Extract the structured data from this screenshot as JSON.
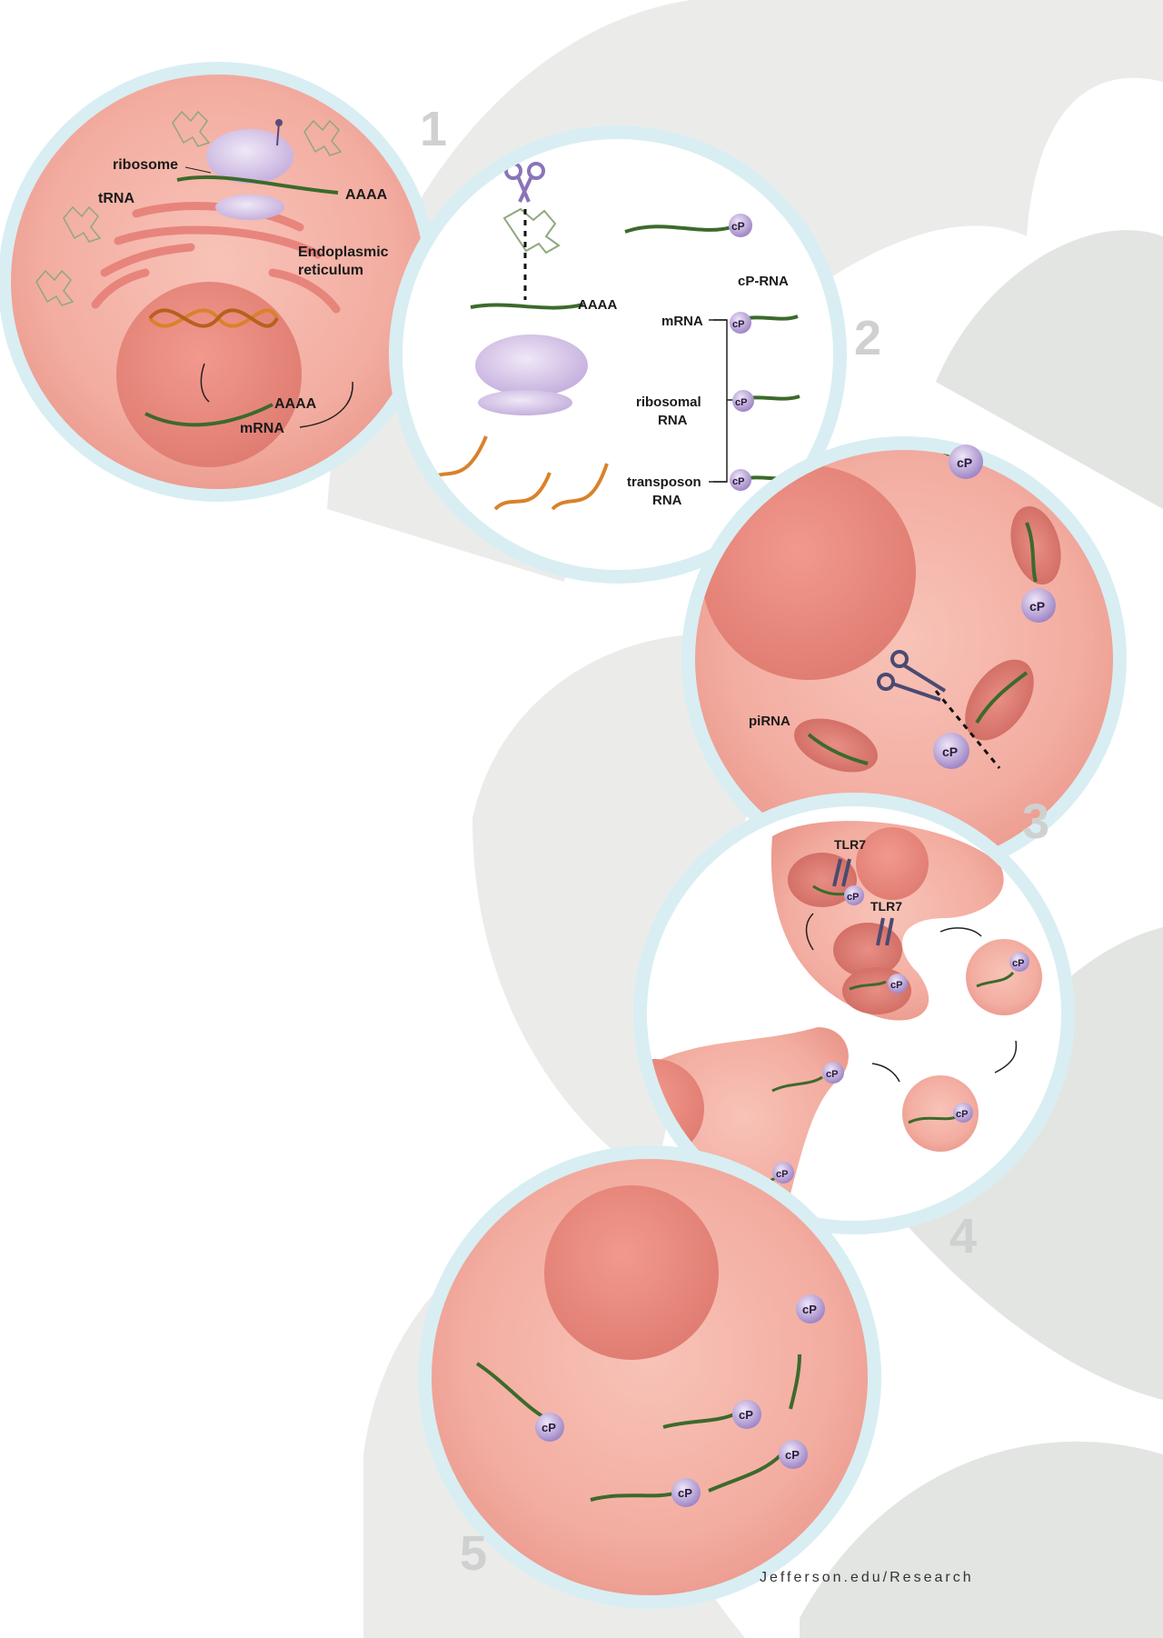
{
  "panels": {
    "p1": {
      "number": "1",
      "labels": {
        "ribosome": "ribosome",
        "trna": "tRNA",
        "aaaa_top": "AAAA",
        "er": [
          "Endoplasmic",
          "reticulum"
        ],
        "aaaa_bottom": "AAAA",
        "mrna": "mRNA"
      }
    },
    "p2": {
      "number": "2",
      "labels": {
        "aaaa": "AAAA",
        "cp_rna": "cP-RNA",
        "mrna": "mRNA",
        "ribosomal": [
          "ribosomal",
          "RNA"
        ],
        "transposon": [
          "transposon",
          "RNA"
        ],
        "cp": "cP"
      }
    },
    "p3": {
      "number": "3",
      "labels": {
        "pirna": "piRNA",
        "cp": "cP"
      }
    },
    "p4": {
      "number": "4",
      "labels": {
        "tlr7_a": "TLR7",
        "tlr7_b": "TLR7",
        "cp": "cP"
      }
    },
    "p5": {
      "number": "5",
      "labels": {
        "cp": "cP"
      }
    }
  },
  "footer": "Jefferson.edu/Research",
  "colors": {
    "cell_pink": "#f4b1a6",
    "nucleus": "#e98a80",
    "ring": "#d8eef3",
    "backdrop": "#e6e8e6",
    "rna_green": "#3c6a2b",
    "dna_orange": "#d9822b",
    "cp_purple": "#b6a0d4",
    "ribosome_purple": "#d8c9e8"
  }
}
